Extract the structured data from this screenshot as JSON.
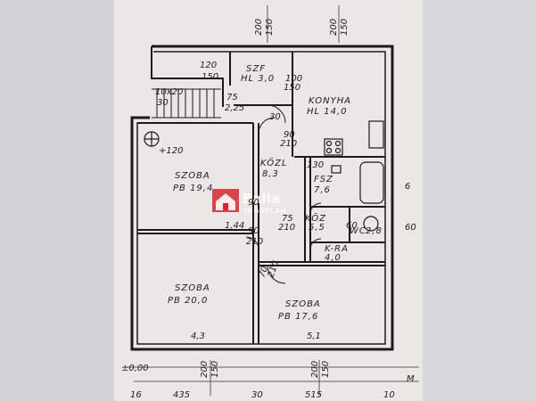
{
  "rooms": {
    "room_a": {
      "name": "SZOBA",
      "area": "PB 19,4"
    },
    "room_b": {
      "name": "SZOBA",
      "area": "PB 20,0"
    },
    "room_c": {
      "name": "SZOBA",
      "area": "PB 17,6"
    },
    "kitchen": {
      "name": "KONYHA",
      "area": "HL 14,0"
    },
    "pantry": {
      "name": "SZF",
      "area": "HL 3,0"
    },
    "hall": {
      "name": "KÖZL",
      "area": "8,3"
    },
    "bath": {
      "name": "FSZ",
      "area": "7,6"
    },
    "corridor": {
      "name": "KÖZ",
      "area": "5,5"
    },
    "wc": {
      "name": "WC",
      "area": "2,8"
    },
    "kamra": {
      "name": "K-RA",
      "area": "4,0"
    }
  },
  "dims": {
    "top1": "200",
    "top1b": "150",
    "top2": "200",
    "top2b": "150",
    "ledge_a": "120",
    "ledge_b": "150",
    "stair": "10x20",
    "stair_b": "30",
    "k_door": "100",
    "k_door_b": "150",
    "step": "75",
    "step_b": "2,25",
    "elev": "+120",
    "door_90": "90",
    "door_210": "210",
    "d90b": "90",
    "d210b": "210",
    "d75": "75",
    "d210c": "210",
    "d90c": "90",
    "d210d": "210",
    "d70": "70",
    "d210e": "210",
    "w144": "1,44",
    "h30": "30",
    "h130": "130",
    "h60": "60",
    "w43": "4,3",
    "w51": "5,1",
    "base": "±0,00",
    "bot1": "200",
    "bot1b": "150",
    "bot2": "200",
    "bot2b": "150",
    "s435": "435",
    "s30": "30",
    "s515": "515",
    "s10": "10",
    "left16": "16",
    "right65": "6",
    "right60": "60",
    "corner": "M"
  },
  "watermark": {
    "text_top": "Balla",
    "text_bottom": "INGATLAN"
  },
  "colors": {
    "paper": "#e9e8e4",
    "ink": "#1a1a1a",
    "logo_red": "#d8262f",
    "background": "#cfd0d4"
  }
}
